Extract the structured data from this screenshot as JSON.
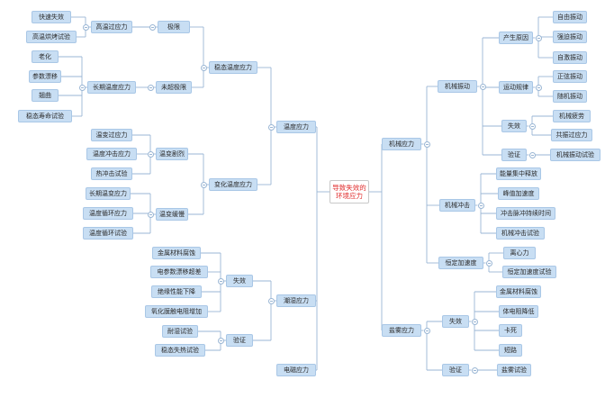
{
  "colors": {
    "node_fill": "#c8def3",
    "node_border": "#a9c7e6",
    "link": "#9ab6d4",
    "root_text": "#e02b2b"
  },
  "mindmap": {
    "root": "导致失效的环境应力",
    "left": [
      {
        "label": "温度应力",
        "children": [
          {
            "label": "稳态温度应力",
            "children": [
              {
                "label": "极限",
                "children": [
                  {
                    "label": "高温过应力",
                    "children": [
                      {
                        "label": "快速失效"
                      },
                      {
                        "label": "高温烘烤试验"
                      }
                    ]
                  }
                ]
              },
              {
                "label": "未超极限",
                "children": [
                  {
                    "label": "长期温度应力",
                    "children": [
                      {
                        "label": "老化"
                      },
                      {
                        "label": "参数漂移"
                      },
                      {
                        "label": "翘曲"
                      },
                      {
                        "label": "稳态寿命试验"
                      }
                    ]
                  }
                ]
              }
            ]
          },
          {
            "label": "变化温度应力",
            "children": [
              {
                "label": "温变剧烈",
                "children": [
                  {
                    "label": "温变过应力"
                  },
                  {
                    "label": "温度冲击应力"
                  },
                  {
                    "label": "热冲击试验"
                  }
                ]
              },
              {
                "label": "温变缓慢",
                "children": [
                  {
                    "label": "长期温变应力"
                  },
                  {
                    "label": "温度循环应力"
                  },
                  {
                    "label": "温度循环试验"
                  }
                ]
              }
            ]
          }
        ]
      },
      {
        "label": "潮湿应力",
        "children": [
          {
            "label": "失效",
            "children": [
              {
                "label": "金属材料腐蚀"
              },
              {
                "label": "电参数漂移超差"
              },
              {
                "label": "绝缘性能下降"
              },
              {
                "label": "氧化膜触电阻增加"
              }
            ]
          },
          {
            "label": "验证",
            "children": [
              {
                "label": "耐湿试验"
              },
              {
                "label": "稳态失热试验"
              }
            ]
          }
        ]
      },
      {
        "label": "电磁应力"
      }
    ],
    "right": [
      {
        "label": "机械应力",
        "children": [
          {
            "label": "机械振动",
            "children": [
              {
                "label": "产生原因",
                "children": [
                  {
                    "label": "自由振动"
                  },
                  {
                    "label": "强迫振动"
                  },
                  {
                    "label": "自激振动"
                  }
                ]
              },
              {
                "label": "运动规律",
                "children": [
                  {
                    "label": "正弦振动"
                  },
                  {
                    "label": "随机振动"
                  }
                ]
              },
              {
                "label": "失效",
                "children": [
                  {
                    "label": "机械疲劳"
                  },
                  {
                    "label": "共振过应力"
                  }
                ]
              },
              {
                "label": "验证",
                "children": [
                  {
                    "label": "机械振动试验"
                  }
                ]
              }
            ]
          },
          {
            "label": "机械冲击",
            "children": [
              {
                "label": "能量集中释放"
              },
              {
                "label": "峰值加速度"
              },
              {
                "label": "冲击脉冲持续时间"
              },
              {
                "label": "机械冲击试验"
              }
            ]
          },
          {
            "label": "恒定加速度",
            "children": [
              {
                "label": "离心力"
              },
              {
                "label": "恒定加速度试验"
              }
            ]
          }
        ]
      },
      {
        "label": "盐雾应力",
        "children": [
          {
            "label": "失效",
            "children": [
              {
                "label": "金属材料腐蚀"
              },
              {
                "label": "体电阻降低"
              },
              {
                "label": "卡死"
              },
              {
                "label": "短路"
              }
            ]
          },
          {
            "label": "验证",
            "children": [
              {
                "label": "盐雾试验"
              }
            ]
          }
        ]
      }
    ]
  }
}
